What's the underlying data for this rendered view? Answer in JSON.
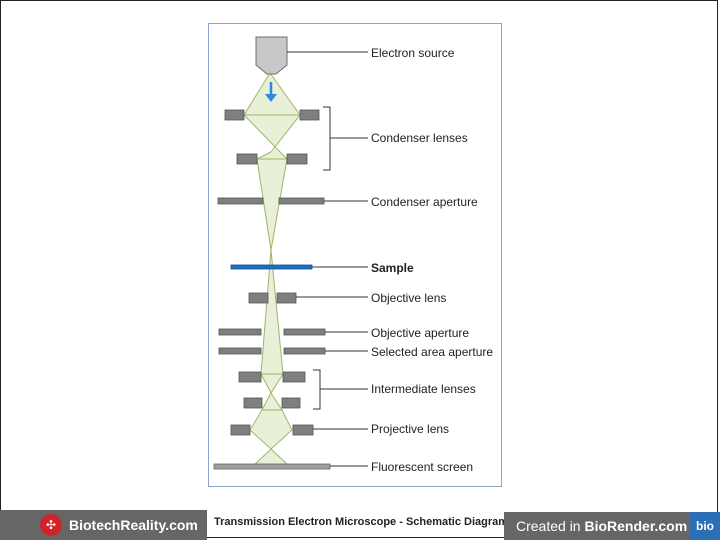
{
  "diagram": {
    "labels": {
      "electron_source": "Electron source",
      "condenser_lenses": "Condenser lenses",
      "condenser_aperture": "Condenser aperture",
      "sample": "Sample",
      "objective_lens": "Objective lens",
      "objective_aperture": "Objective aperture",
      "selected_area_aperture": "Selected area aperture",
      "intermediate_lenses": "Intermediate lenses",
      "projective_lens": "Projective lens",
      "fluorescent_screen": "Fluorescent screen"
    },
    "colors": {
      "beam_fill": "#e8f0d8",
      "beam_stroke": "#9bb66a",
      "lens": "#7f7f7f",
      "sample": "#1f6fc0",
      "arrow": "#2b8ae2",
      "source": "#c8c8c8"
    }
  },
  "footer": {
    "brand": "BiotechReality.com",
    "caption": "Transmission Electron Microscope - Schematic Diagram",
    "created_prefix": "Created in ",
    "created_brand": "BioRender.com",
    "bio_badge": "bio"
  }
}
